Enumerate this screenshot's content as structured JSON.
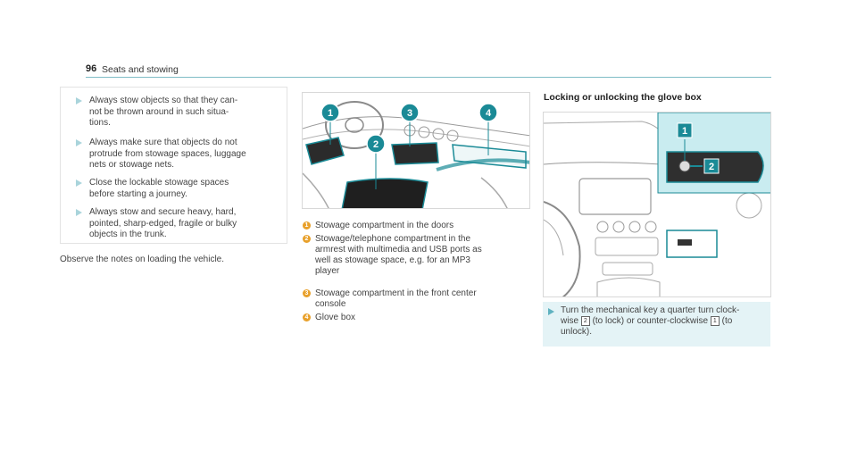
{
  "header": {
    "page_number": "96",
    "section_title": "Seats and stowing"
  },
  "warnings": [
    "Always stow objects so that they can-\nnot be thrown around in such situa-\ntions.",
    "Always make sure that objects do not\nprotrude from stowage spaces, luggage\nnets or stowage nets.",
    "Close the lockable stowage spaces\nbefore starting a journey.",
    "Always stow and secure heavy, hard,\npointed, sharp-edged, fragile or bulky\nobjects in the trunk."
  ],
  "note": "Observe the notes on loading the vehicle.",
  "figure1": {
    "callouts": [
      "1",
      "2",
      "3",
      "4"
    ]
  },
  "legend": [
    {
      "num": "1",
      "text": "Stowage compartment in the doors"
    },
    {
      "num": "2",
      "text": "Stowage/telephone compartment in the\narmrest with multimedia and USB ports as\nwell as stowage space, e.g. for an MP3\nplayer"
    },
    {
      "num": "3",
      "text": "Stowage compartment in the front center\nconsole"
    },
    {
      "num": "4",
      "text": "Glove box"
    }
  ],
  "glove_section": {
    "title": "Locking or unlocking the glove box",
    "callouts": [
      "1",
      "2"
    ],
    "instruction": {
      "part1": "Turn the mechanical key a quarter turn clock-\nwise ",
      "key_lock": "2",
      "part2": " (to lock) or counter-clockwise ",
      "key_unlock": "1",
      "part3": " (to\nunlock)."
    }
  },
  "colors": {
    "accent": "#7fbcc6",
    "callout": "#1a8a96",
    "highlight_bg": "#c9ecf0",
    "legend_badge": "#e8a02a"
  }
}
